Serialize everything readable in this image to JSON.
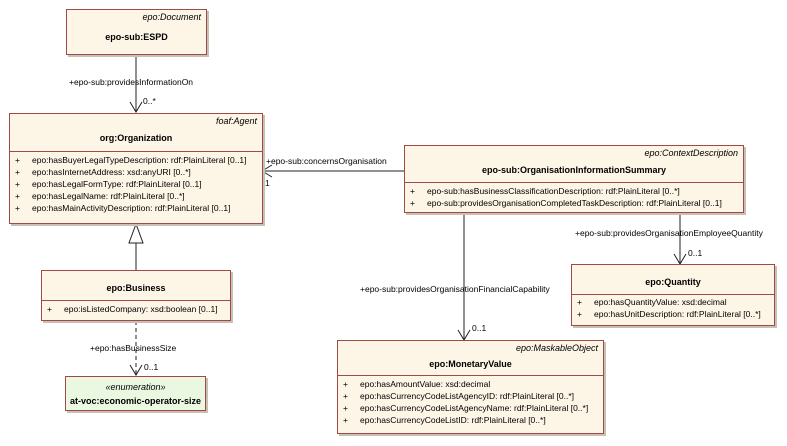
{
  "classes": {
    "espd": {
      "stereotype": "epo:Document",
      "name": "epo-sub:ESPD",
      "attributes": []
    },
    "organization": {
      "stereotype": "foaf:Agent",
      "name": "org:Organization",
      "attributes": [
        {
          "vis": "+",
          "text": "epo:hasBuyerLegalTypeDescription: rdf:PlainLiteral [0..1]"
        },
        {
          "vis": "+",
          "text": "epo:hasInternetAddress: xsd:anyURI [0..*]"
        },
        {
          "vis": "+",
          "text": "epo:hasLegalFormType: rdf:PlainLiteral [0..1]"
        },
        {
          "vis": "+",
          "text": "epo:hasLegalName: rdf:PlainLiteral [0..*]"
        },
        {
          "vis": "+",
          "text": "epo:hasMainActivityDescription: rdf:PlainLiteral [0..1]"
        }
      ]
    },
    "summary": {
      "stereotype": "epo:ContextDescription",
      "name": "epo-sub:OrganisationInformationSummary",
      "attributes": [
        {
          "vis": "+",
          "text": "epo-sub:hasBusinessClassificationDescription: rdf:PlainLiteral [0..*]"
        },
        {
          "vis": "+",
          "text": "epo-sub:providesOrganisationCompletedTaskDescription: rdf:PlainLiteral [0..1]"
        }
      ]
    },
    "business": {
      "stereotype": "",
      "name": "epo:Business",
      "attributes": [
        {
          "vis": "+",
          "text": "epo:isListedCompany: xsd:boolean [0..1]"
        }
      ]
    },
    "quantity": {
      "stereotype": "",
      "name": "epo:Quantity",
      "attributes": [
        {
          "vis": "+",
          "text": "epo:hasQuantityValue: xsd:decimal"
        },
        {
          "vis": "+",
          "text": "epo:hasUnitDescription: rdf:PlainLiteral [0..*]"
        }
      ]
    },
    "monetary": {
      "stereotype": "epo:MaskableObject",
      "name": "epo:MonetaryValue",
      "attributes": [
        {
          "vis": "+",
          "text": "epo:hasAmountValue: xsd:decimal"
        },
        {
          "vis": "+",
          "text": "epo:hasCurrencyCodeListAgencyID: rdf:PlainLiteral [0..*]"
        },
        {
          "vis": "+",
          "text": "epo:hasCurrencyCodeListAgencyName: rdf:PlainLiteral [0..*]"
        },
        {
          "vis": "+",
          "text": "epo:hasCurrencyCodeListID: rdf:PlainLiteral [0..*]"
        }
      ]
    },
    "enumeration": {
      "stereotype": "«enumeration»",
      "name": "at-voc:economic-operator-size",
      "attributes": []
    }
  },
  "associations": {
    "provides_information_on": {
      "label": "+epo-sub:providesInformationOn",
      "multiplicity": "0..*"
    },
    "concerns_organisation": {
      "label": "+epo-sub:concernsOrganisation",
      "multiplicity": "1"
    },
    "employee_quantity": {
      "label": "+epo-sub:providesOrganisationEmployeeQuantity",
      "multiplicity": "0..1"
    },
    "financial_capability": {
      "label": "+epo-sub:providesOrganisationFinancialCapability",
      "multiplicity": "0..1"
    },
    "business_size": {
      "label": "+epo:hasBusinessSize",
      "multiplicity": "0..1"
    }
  }
}
